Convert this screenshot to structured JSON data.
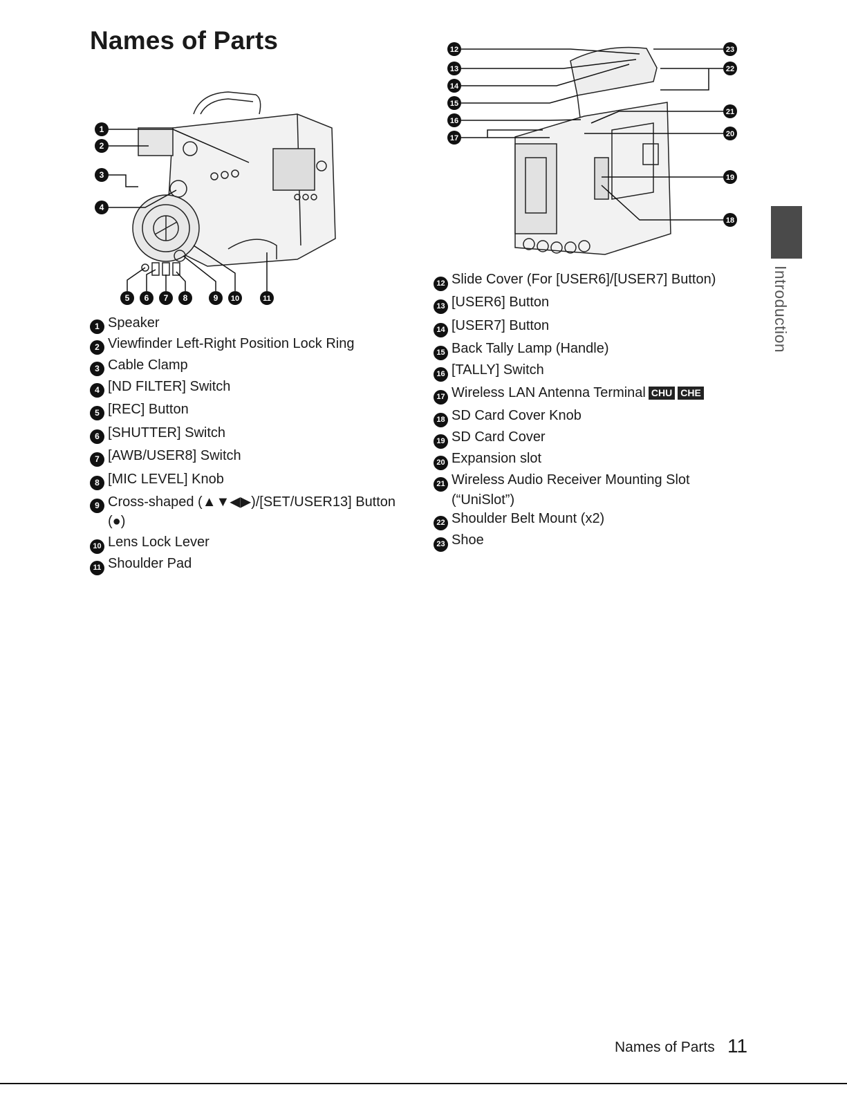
{
  "page": {
    "title": "Names of Parts",
    "side_tab": "Introduction",
    "footer_section": "Names of Parts",
    "page_number": "11"
  },
  "callouts_front": [
    "1",
    "2",
    "3",
    "4",
    "5",
    "6",
    "7",
    "8",
    "9",
    "10",
    "11"
  ],
  "callouts_rear": [
    "12",
    "13",
    "14",
    "15",
    "16",
    "17",
    "18",
    "19",
    "20",
    "21",
    "22",
    "23"
  ],
  "left_parts": [
    {
      "n": "1",
      "label": "Speaker"
    },
    {
      "n": "2",
      "label": "Viewfinder Left-Right Position Lock Ring"
    },
    {
      "n": "3",
      "label": "Cable Clamp"
    },
    {
      "n": "4",
      "label": "[ND FILTER] Switch"
    },
    {
      "n": "5",
      "label": "[REC] Button"
    },
    {
      "n": "6",
      "label": "[SHUTTER] Switch"
    },
    {
      "n": "7",
      "label": "[AWB/USER8] Switch"
    },
    {
      "n": "8",
      "label": "[MIC LEVEL] Knob"
    },
    {
      "n": "9",
      "label": "Cross-shaped (▲▼◀▶)/[SET/USER13] Button",
      "label2": "(●)"
    },
    {
      "n": "10",
      "label": "Lens Lock Lever"
    },
    {
      "n": "11",
      "label": "Shoulder Pad"
    }
  ],
  "right_parts": [
    {
      "n": "12",
      "label": "Slide Cover (For [USER6]/[USER7] Button)"
    },
    {
      "n": "13",
      "label": "[USER6] Button"
    },
    {
      "n": "14",
      "label": "[USER7] Button"
    },
    {
      "n": "15",
      "label": "Back Tally Lamp (Handle)"
    },
    {
      "n": "16",
      "label": "[TALLY] Switch"
    },
    {
      "n": "17",
      "label": "Wireless LAN Antenna Terminal",
      "tags": [
        "CHU",
        "CHE"
      ]
    },
    {
      "n": "18",
      "label": "SD Card Cover Knob"
    },
    {
      "n": "19",
      "label": "SD Card Cover"
    },
    {
      "n": "20",
      "label": "Expansion slot"
    },
    {
      "n": "21",
      "label": "Wireless Audio Receiver Mounting Slot",
      "label2": "(“UniSlot”)"
    },
    {
      "n": "22",
      "label": "Shoulder Belt Mount (x2)"
    },
    {
      "n": "23",
      "label": "Shoe"
    }
  ]
}
